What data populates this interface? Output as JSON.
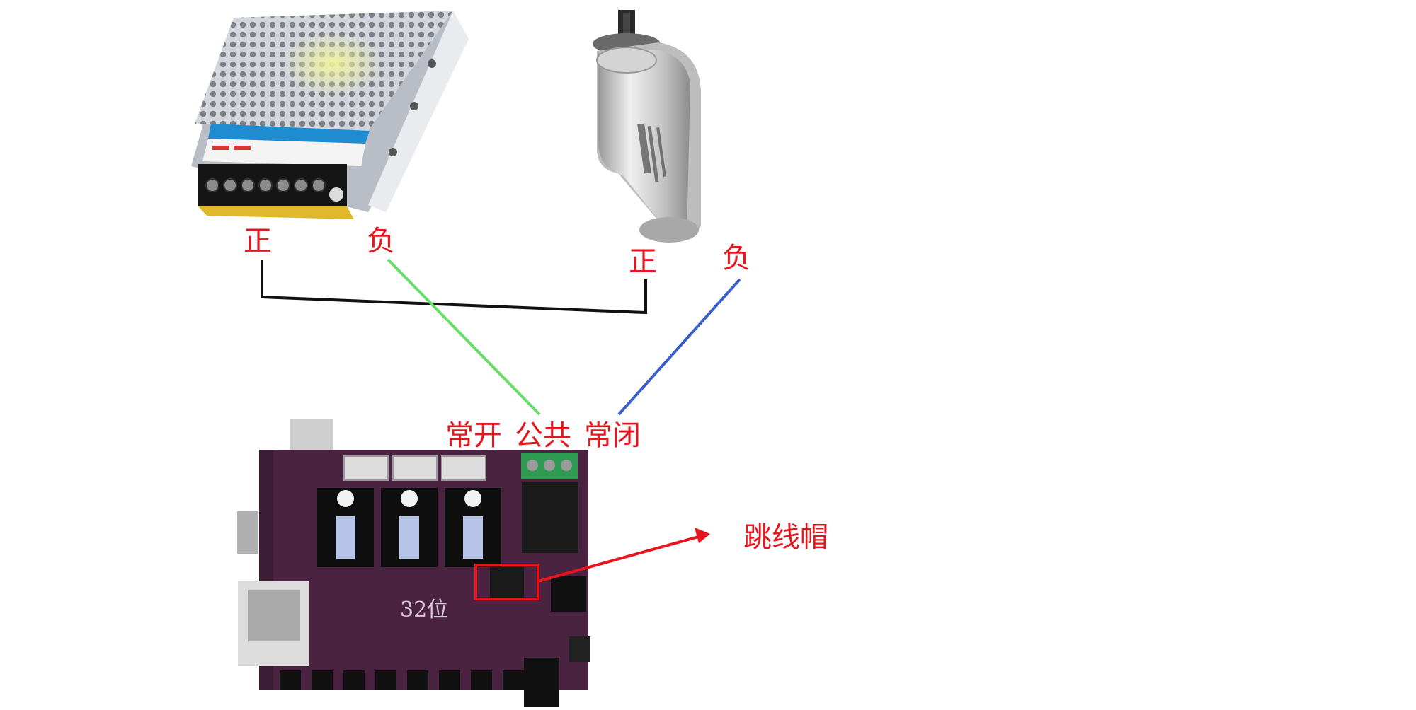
{
  "labels": {
    "psu_positive": "正",
    "psu_negative": "负",
    "spindle_positive": "正",
    "spindle_negative": "负",
    "relay_no": "常开",
    "relay_com": "公共",
    "relay_nc": "常闭",
    "jumper_cap": "跳线帽"
  },
  "colors": {
    "label": "#e8161c",
    "wire_black": "#111111",
    "wire_green": "#66dd66",
    "wire_blue": "#3a5fcc",
    "pointer_arrow": "#e8161c",
    "board_pcb": "#4a2340",
    "psu_body": "#c8ccd2",
    "spindle_body": "#c9c9c9"
  },
  "components": {
    "power_supply": "power-supply-image",
    "spindle_motor": "spindle-motor-image",
    "controller_board": "grbl-controller-board-image"
  }
}
